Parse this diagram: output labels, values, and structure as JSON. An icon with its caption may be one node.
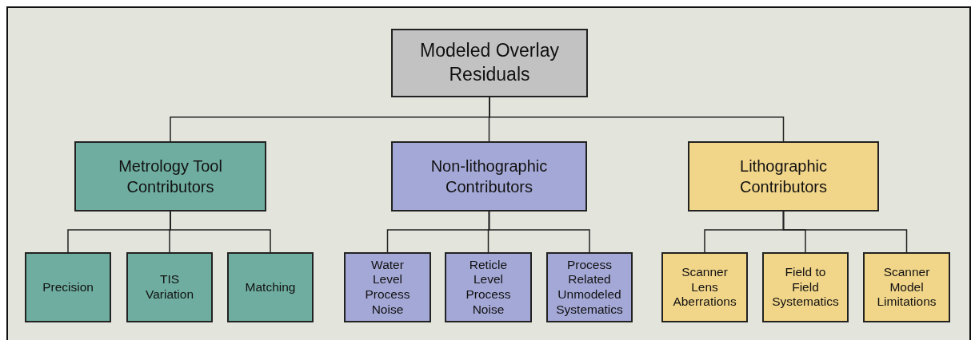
{
  "diagram": {
    "nodes": [
      {
        "text": [
          "Modeled Overlay Residuals"
        ]
      },
      {
        "text": [
          "Metrology Tool Contributors"
        ]
      },
      {
        "text": [
          "Non-lithographic Contributors"
        ]
      },
      {
        "text": [
          "Lithographic Contributors"
        ]
      },
      {
        "text": [
          "Precision"
        ]
      },
      {
        "text": [
          "TIS Variation"
        ]
      },
      {
        "text": [
          "Matching"
        ]
      },
      {
        "text": [
          "Water Level Process Noise"
        ]
      },
      {
        "text": [
          "Reticle Level Process Noise"
        ]
      },
      {
        "text": [
          "Process Related Unmodeled Systematics"
        ]
      },
      {
        "text": [
          "Scanner Lens Aberrations"
        ]
      },
      {
        "text": [
          "Field to Field Systematics"
        ]
      },
      {
        "text": [
          "Scanner Model Limitations"
        ]
      }
    ],
    "edges": [
      {
        "from": 0,
        "to": 1,
        "arrow": "none"
      },
      {
        "from": 0,
        "to": 2,
        "arrow": "none"
      },
      {
        "from": 0,
        "to": 3,
        "arrow": "none"
      },
      {
        "from": 1,
        "to": 4,
        "arrow": "none"
      },
      {
        "from": 1,
        "to": 5,
        "arrow": "none"
      },
      {
        "from": 1,
        "to": 6,
        "arrow": "none"
      },
      {
        "from": 2,
        "to": 7,
        "arrow": "none"
      },
      {
        "from": 2,
        "to": 8,
        "arrow": "none"
      },
      {
        "from": 2,
        "to": 9,
        "arrow": "none"
      },
      {
        "from": 3,
        "to": 10,
        "arrow": "none"
      },
      {
        "from": 3,
        "to": 11,
        "arrow": "none"
      },
      {
        "from": 3,
        "to": 12,
        "arrow": "none"
      }
    ]
  }
}
